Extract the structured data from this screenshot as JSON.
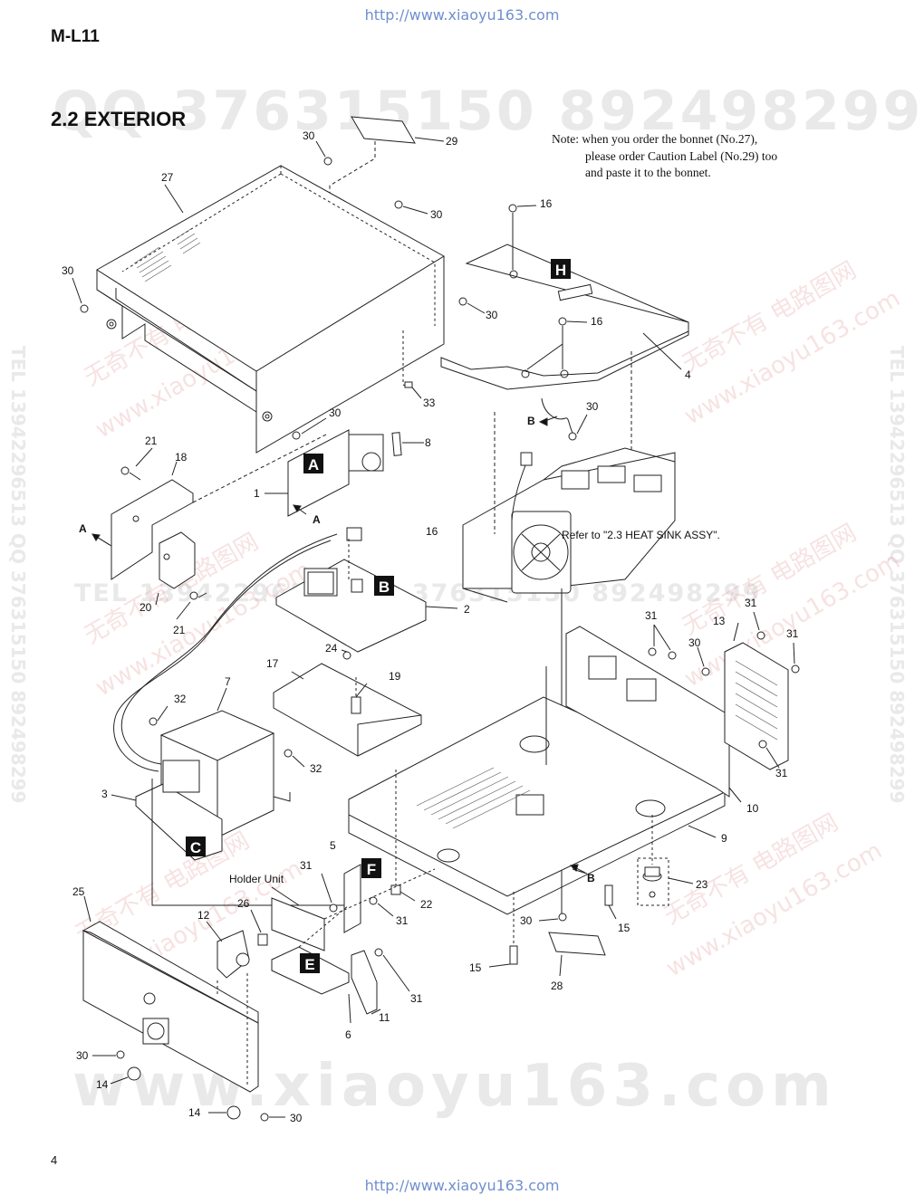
{
  "header": {
    "url_top": "http://www.xiaoyu163.com",
    "model": "M-L11",
    "section_title": "2.2 EXTERIOR"
  },
  "note": {
    "line1": "Note: when you order the bonnet (No.27),",
    "line2": "please order Caution Label (No.29) too",
    "line3": "and paste it to the bonnet."
  },
  "watermarks": {
    "qq_numbers": "QQ 376315150   892498299",
    "side_text": "TEL 13942296513  QQ 376315150  892498299",
    "mid_text": "TEL 13942296513  QQ 376315150  892498299",
    "bottom_text": "www.xiaoyu163.com",
    "diag_text_1": "无奇不有 电路图网",
    "diag_text_2": "www.xiaoyu163.com"
  },
  "diagram": {
    "callouts": {
      "c29": "29",
      "c30a": "30",
      "c27": "27",
      "c30b": "30",
      "c30c": "30",
      "c30d": "30",
      "c16a": "16",
      "c16b": "16",
      "c4": "4",
      "c33": "33",
      "c30e": "30",
      "c30f": "30",
      "c8": "8",
      "c21a": "21",
      "c18": "18",
      "c1": "1",
      "c20": "20",
      "c21b": "21",
      "c16c": "16",
      "c2": "2",
      "c24": "24",
      "c17": "17",
      "c19": "19",
      "c7": "7",
      "c32a": "32",
      "c32b": "32",
      "c3": "3",
      "c31a": "31",
      "c13": "13",
      "c31b": "31",
      "c31c": "31",
      "c30g": "30",
      "c31d": "31",
      "c10": "10",
      "c9": "9",
      "c23": "23",
      "c15a": "15",
      "c15b": "15",
      "c30h": "30",
      "c28": "28",
      "c25": "25",
      "c5": "5",
      "c22": "22",
      "c31e": "31",
      "c31f": "31",
      "c12": "12",
      "c26": "26",
      "c31g": "31",
      "c6": "6",
      "c11": "11",
      "c30i": "30",
      "c14a": "14",
      "c14b": "14",
      "c30j": "30"
    },
    "arrow_labels": {
      "A1": "A",
      "A2": "A",
      "B1": "B",
      "B2": "B"
    },
    "badges": {
      "A": "A",
      "B": "B",
      "C": "C",
      "E": "E",
      "F": "F",
      "H": "H"
    },
    "holder_unit": "Holder Unit",
    "heat_sink_ref": "Refer to \"2.3 HEAT SINK ASSY\"."
  },
  "footer": {
    "page_number": "4",
    "url_bottom": "http://www.xiaoyu163.com"
  }
}
